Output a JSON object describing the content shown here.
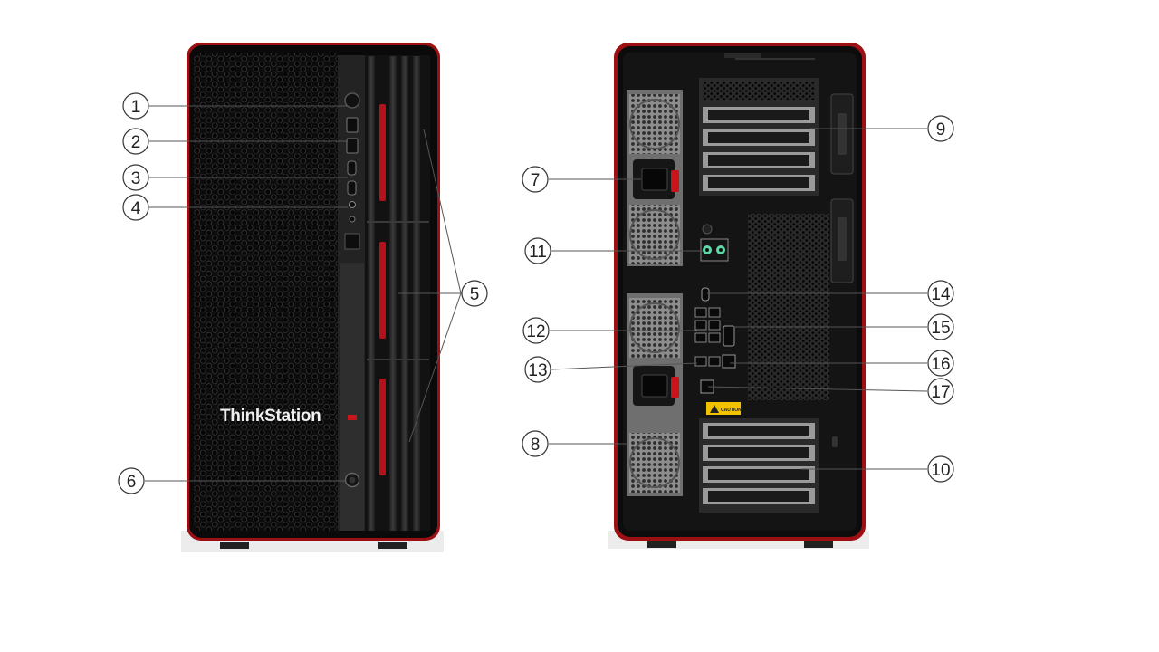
{
  "front": {
    "brand": "ThinkStation"
  },
  "rear": {
    "caution_label": "CAUTION"
  },
  "callouts": [
    "1",
    "2",
    "3",
    "4",
    "5",
    "6",
    "7",
    "8",
    "9",
    "10",
    "11",
    "12",
    "13",
    "14",
    "15",
    "16",
    "17"
  ]
}
